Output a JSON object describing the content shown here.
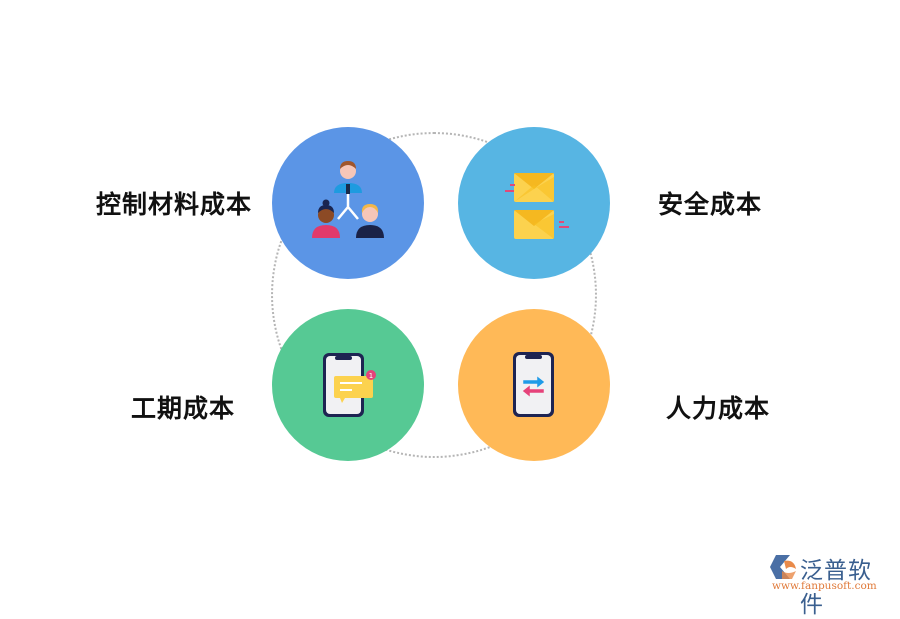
{
  "diagram": {
    "nodes": [
      {
        "id": "material",
        "label": "控制材料成本",
        "color": "#5b95e6",
        "icon": "team-hierarchy-icon"
      },
      {
        "id": "safety",
        "label": "安全成本",
        "color": "#57b5e3",
        "icon": "envelopes-icon"
      },
      {
        "id": "schedule",
        "label": "工期成本",
        "color": "#56c994",
        "icon": "phone-message-icon"
      },
      {
        "id": "labor",
        "label": "人力成本",
        "color": "#ffb957",
        "icon": "phone-transfer-icon"
      }
    ],
    "ring_color": "#b5b5b5"
  },
  "watermark": {
    "name": "泛普软件",
    "url": "www.fanpusoft.com"
  }
}
